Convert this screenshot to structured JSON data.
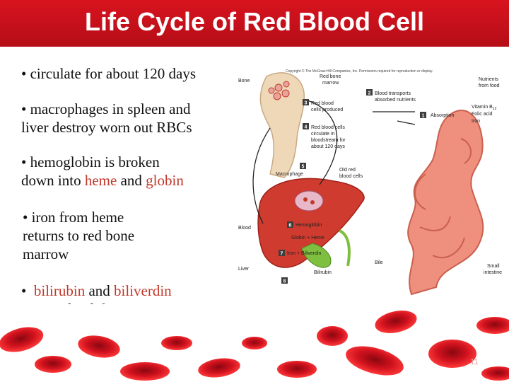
{
  "title": "Life Cycle of Red Blood Cell",
  "bullets": {
    "b1": "• circulate for about 120 days",
    "b2_l1": "• macrophages in spleen and",
    "b2_l2": "liver destroy worn out RBCs",
    "b3_l1": "• hemoglobin is broken",
    "b3_l2a": "down into ",
    "b3_heme": "heme",
    "b3_and": " and ",
    "b3_globin": "globin",
    "b4_l1": "• iron from heme",
    "b4_l2": "returns to red bone",
    "b4_l3": "marrow",
    "b5_dot": "•",
    "b5_bilirubin": "bilirubin",
    "b5_and": " and ",
    "b5_biliverdin": "biliverdin",
    "b5_l2": "excreted in bile"
  },
  "figure": {
    "copyright": "Copyright © The McGraw-Hill Companies, Inc. Permission required for reproduction or display.",
    "labels": {
      "bone": "Bone",
      "red_bone_marrow_1": "Red bone",
      "red_bone_marrow_2": "marrow",
      "step2_1": "Blood transports",
      "step2_2": "absorbed nutrients",
      "nutrients_1": "Nutrients",
      "nutrients_2": "from food",
      "step3_1": "Red blood",
      "step3_2": "cells produced",
      "absorption": "Absorption",
      "vitamin": "Vitamin B",
      "vitamin_sub": "12",
      "folic": "Folic acid",
      "iron": "Iron",
      "step4_1": "Red blood cells",
      "step4_2": "circulate in",
      "step4_3": "bloodstream for",
      "step4_4": "about 120 days",
      "macrophage": "Macrophage",
      "old_1": "Old red",
      "old_2": "blood cells",
      "blood": "Blood",
      "hemoglobin": "Hemoglobin",
      "globin_heme": "Globin + Heme",
      "iron_biliverdin": "Iron + Biliverdin",
      "liver": "Liver",
      "bilirubin": "Bilirubin",
      "bile": "Bile",
      "small_1": "Small",
      "small_2": "intestine"
    },
    "steps": [
      "1",
      "2",
      "3",
      "4",
      "5",
      "6",
      "7",
      "8"
    ]
  },
  "slide_number": "11",
  "colors": {
    "title_bar": "#c8111c",
    "term_highlight": "#c0392b",
    "cell_red": "#d0121e"
  }
}
